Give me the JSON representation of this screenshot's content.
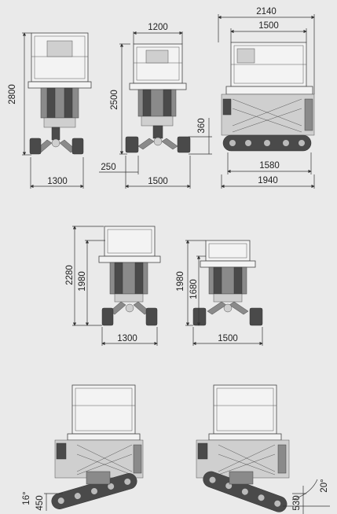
{
  "view_front_2800": {
    "height": "2800",
    "width": "1300"
  },
  "view_front_2500": {
    "top_width": "1200",
    "height": "2500",
    "step": "360",
    "offset": "250",
    "width": "1500"
  },
  "view_side": {
    "length_overall": "2140",
    "platform": "1500",
    "track_length": "1580",
    "length_bottom": "1940"
  },
  "view_middle_left": {
    "height_total": "2280",
    "height_inner": "1980",
    "width": "1300"
  },
  "view_middle_right": {
    "height_total": "1980",
    "height_inner": "1680",
    "width": "1500"
  },
  "view_bottom_left": {
    "angle": "16°",
    "height": "450"
  },
  "view_bottom_right": {
    "angle": "20°",
    "height": "530"
  },
  "colors": {
    "background": "#eaeaea",
    "machine_dark": "#4a4a4a",
    "machine_light": "#f3f3f3"
  }
}
